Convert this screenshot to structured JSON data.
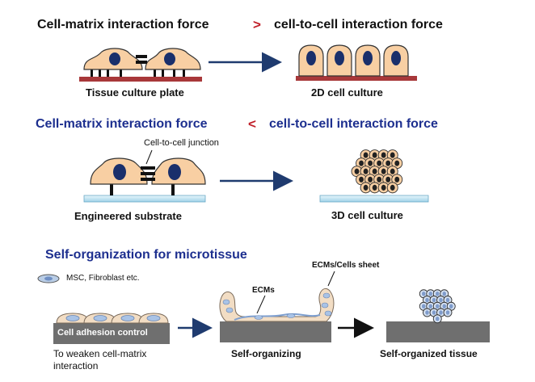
{
  "section1": {
    "left_heading": "Cell-matrix interaction force",
    "operator": ">",
    "right_heading": "cell-to-cell interaction force",
    "left_caption": "Tissue culture plate",
    "right_caption": "2D cell culture"
  },
  "section2": {
    "left_heading": "Cell-matrix interaction force",
    "operator": "<",
    "right_heading": "cell-to-cell interaction force",
    "junction_label": "Cell-to-cell junction",
    "left_caption": "Engineered substrate",
    "right_caption": "3D cell culture"
  },
  "section3": {
    "title": "Self-organization for microtissue",
    "legend": "MSC, Fibroblast etc.",
    "ecms_sheet_label": "ECMs/Cells sheet",
    "ecms_label": "ECMs",
    "adhesion_control": "Cell adhesion control",
    "weaken_note_line1": "To weaken cell-matrix",
    "weaken_note_line2": "interaction",
    "middle_caption": "Self-organizing",
    "right_caption": "Self-organized tissue"
  },
  "colors": {
    "cell_fill": "#f8cfa3",
    "nucleus": "#1a2f6b",
    "plate": "#a8383a",
    "substrate": "#cfe9f4",
    "grey_block": "#6f6f6f",
    "arrow_blue": "#1f3b6f",
    "heading_blue": "#1d2f8f",
    "operator_red": "#c0202a"
  }
}
